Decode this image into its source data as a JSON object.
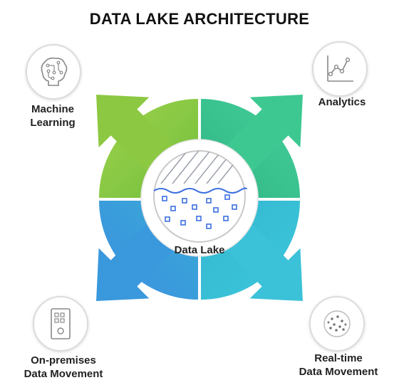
{
  "title": "DATA LAKE ARCHITECTURE",
  "center": {
    "label": "Data Lake"
  },
  "nodes": {
    "machine_learning": {
      "line1": "Machine",
      "line2": "Learning",
      "icon": "brain-circuit-icon"
    },
    "analytics": {
      "line1": "Analytics",
      "icon": "line-chart-icon"
    },
    "on_premises": {
      "line1": "On-premises",
      "line2": "Data Movement",
      "icon": "server-icon"
    },
    "real_time": {
      "line1": "Real-time",
      "line2": "Data Movement",
      "icon": "data-cluster-icon"
    }
  },
  "colors": {
    "green": "#8dc63f",
    "teal_green": "#3cc88c",
    "blue": "#3aa0d8",
    "cyan": "#3cc4d8",
    "lake_blue": "#3b6fe0"
  }
}
